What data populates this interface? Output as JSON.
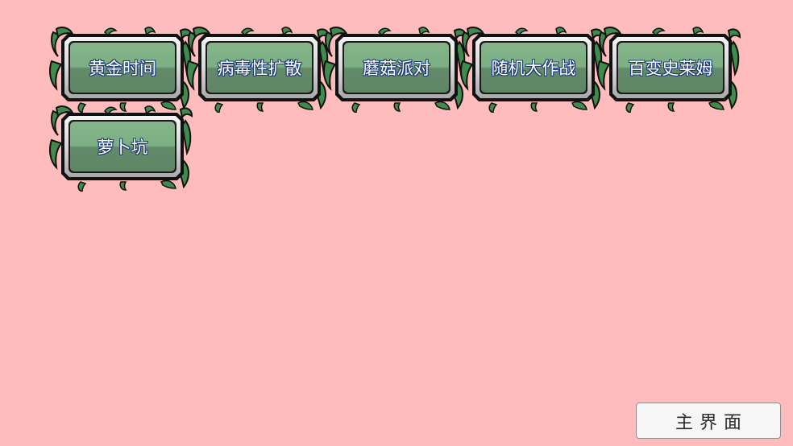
{
  "modes": [
    {
      "label": "黄金时间"
    },
    {
      "label": "病毒性扩散"
    },
    {
      "label": "蘑菇派对"
    },
    {
      "label": "随机大作战"
    },
    {
      "label": "百变史莱姆"
    },
    {
      "label": "萝卜坑"
    }
  ],
  "footer": {
    "home_label": "主界面"
  },
  "colors": {
    "background": "#ffbcbc",
    "button_face_top": "#86b48b",
    "button_face_bottom": "#5f8565",
    "vine_green": "#3f8a4c",
    "text_outline": "#1d3a78"
  },
  "icons": {
    "vine_decoration": "vine-leaf-icon"
  }
}
